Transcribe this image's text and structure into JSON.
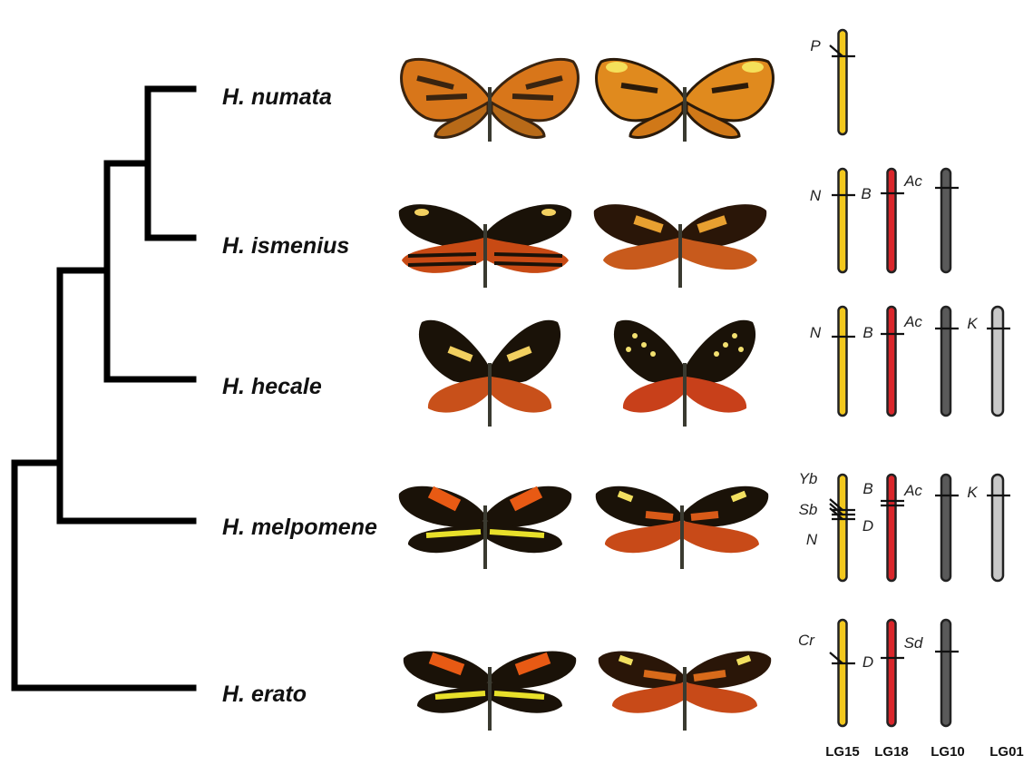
{
  "colors": {
    "LG15": "#f2c81e",
    "LG18": "#d9262b",
    "LG10": "#5a5a5a",
    "LG01": "#c8c8c8",
    "tree": "#000000"
  },
  "species": [
    {
      "id": "numata",
      "label": "H. numata"
    },
    {
      "id": "ismenius",
      "label": "H. ismenius"
    },
    {
      "id": "hecale",
      "label": "H. hecale"
    },
    {
      "id": "melpomene",
      "label": "H. melpomene"
    },
    {
      "id": "erato",
      "label": "H. erato"
    }
  ],
  "linkage_groups": [
    "LG15",
    "LG18",
    "LG10",
    "LG01"
  ],
  "chromosomes": {
    "numata": [
      {
        "lg": "LG15",
        "loci": [
          "P"
        ]
      }
    ],
    "ismenius": [
      {
        "lg": "LG15",
        "loci": [
          "N"
        ]
      },
      {
        "lg": "LG18",
        "loci": [
          "B"
        ]
      },
      {
        "lg": "LG10",
        "loci": [
          "Ac"
        ]
      }
    ],
    "hecale": [
      {
        "lg": "LG15",
        "loci": [
          "N"
        ]
      },
      {
        "lg": "LG18",
        "loci": [
          "B"
        ]
      },
      {
        "lg": "LG10",
        "loci": [
          "Ac"
        ]
      },
      {
        "lg": "LG01",
        "loci": [
          "K"
        ]
      }
    ],
    "melpomene": [
      {
        "lg": "LG15",
        "loci": [
          "Yb",
          "Sb",
          "N"
        ]
      },
      {
        "lg": "LG18",
        "loci": [
          "B",
          "D"
        ]
      },
      {
        "lg": "LG10",
        "loci": [
          "Ac"
        ]
      },
      {
        "lg": "LG01",
        "loci": [
          "K"
        ]
      }
    ],
    "erato": [
      {
        "lg": "LG15",
        "loci": [
          "Cr"
        ]
      },
      {
        "lg": "LG18",
        "loci": [
          "D"
        ]
      },
      {
        "lg": "LG10",
        "loci": [
          "Sd"
        ]
      }
    ]
  },
  "butterfly_images": {
    "numata": [
      "orange-tiger-morph",
      "orange-yellow-spot-morph"
    ],
    "ismenius": [
      "tiger-stripe-form",
      "orange-yellow-form"
    ],
    "hecale": [
      "yellow-spot-orange-form",
      "black-spotted-orange-form"
    ],
    "melpomene": [
      "red-band-yellow-bar-form",
      "rayed-orange-form"
    ],
    "erato": [
      "red-band-yellow-bar-form",
      "rayed-orange-form"
    ]
  }
}
